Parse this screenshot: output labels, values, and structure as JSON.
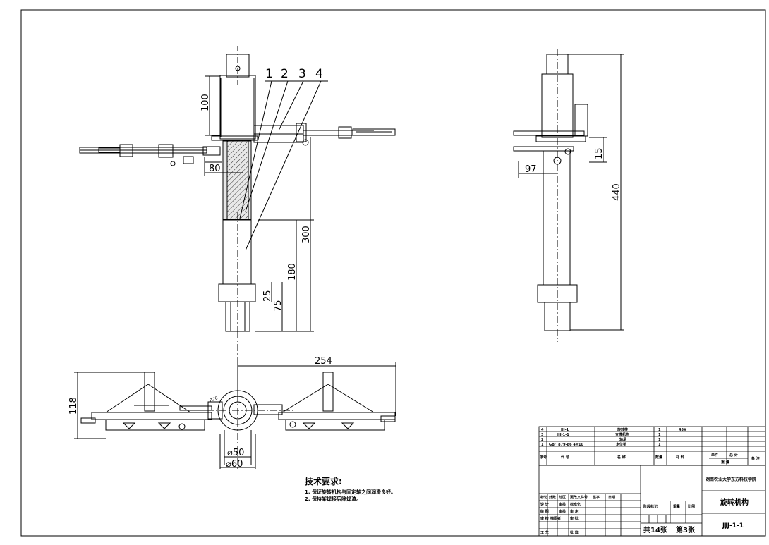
{
  "drawing": {
    "part_callouts": [
      "1",
      "2",
      "3",
      "4"
    ],
    "dims_front": {
      "top": "100",
      "left_arm": "80",
      "tube": "300",
      "lower": "180",
      "d25": "25",
      "d75": "75"
    },
    "dims_side": {
      "arm": "97",
      "offset": "15",
      "total": "440"
    },
    "dims_top": {
      "width": "254",
      "height": "118",
      "phi50": "⌀50",
      "phi60": "⌀60",
      "r_label": "R20"
    },
    "tech_notes": {
      "title": "技术要求:",
      "lines": [
        "1. 保证旋转机构与固定轴之间润滑良好。",
        "2. 保持架焊接后除焊渣。"
      ]
    }
  },
  "bom": {
    "rows": [
      {
        "no": "4",
        "code": "JJJ-1",
        "name": "旋转柱",
        "qty": "1",
        "material": "45#"
      },
      {
        "no": "3",
        "code": "JJJ-1-1",
        "name": "支撑机构",
        "qty": "1",
        "material": ""
      },
      {
        "no": "2",
        "code": "",
        "name": "轴承",
        "qty": "1",
        "material": ""
      },
      {
        "no": "1",
        "code": "GB/T879-86 4×10",
        "name": "定位销",
        "qty": "1",
        "material": ""
      }
    ],
    "header": {
      "no": "序号",
      "code": "代  号",
      "name": "名  称",
      "qty": "数量",
      "material": "材  料",
      "single": "单件",
      "total": "总  计",
      "weight": "重  量",
      "note": "备  注"
    }
  },
  "title_block": {
    "org": "湖南农业大学东方科技学院",
    "title": "旋转机构",
    "code": "JJJ-1-1",
    "sheets_total": "共14张",
    "sheet_no": "第3张",
    "stage_label": "阶段标记",
    "weight_label": "重量",
    "scale_label": "比例",
    "rev_headers": [
      "标记",
      "处数",
      "分区",
      "更改文件号",
      "签字",
      "日期"
    ],
    "roles": [
      [
        "设 计",
        "审核",
        "标准化"
      ],
      [
        "绘 图",
        "审核",
        "审 定"
      ],
      [
        "审 核",
        "描图者",
        "审 批"
      ],
      [
        "工 艺",
        "",
        "批 准"
      ]
    ]
  }
}
